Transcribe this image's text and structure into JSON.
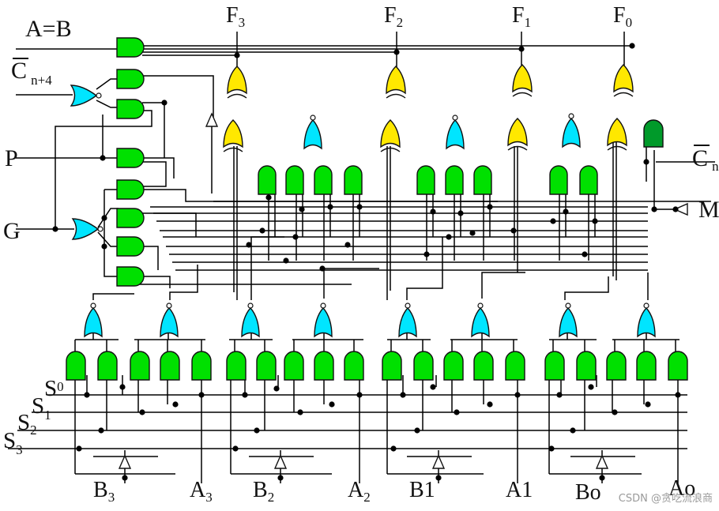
{
  "labels": {
    "aeqb": "A=B",
    "cn4_main": "C",
    "cn4_sub": "n+4",
    "p": "P",
    "g": "G",
    "cn_main": "C",
    "cn_sub": "n",
    "m": "M",
    "s0_main": "S",
    "s0_sub": "0",
    "s1_main": "S",
    "s1_sub": "1",
    "s2_main": "S",
    "s2_sub": "2",
    "s3_main": "S",
    "s3_sub": "3",
    "f3_main": "F",
    "f3_sub": "3",
    "f2_main": "F",
    "f2_sub": "2",
    "f1_main": "F",
    "f1_sub": "1",
    "f0_main": "F",
    "f0_sub": "0",
    "b3_main": "B",
    "b3_sub": "3",
    "a3_main": "A",
    "a3_sub": "3",
    "b2_main": "B",
    "b2_sub": "2",
    "a2_main": "A",
    "a2_sub": "2",
    "b1": "B1",
    "a1": "A1",
    "b0": "Bo",
    "a0": "Ao"
  },
  "watermark": "CSDN @贪吃流浪商",
  "colors": {
    "and_gate": "#00e000",
    "and_gate_dark": "#009a2a",
    "nor_gate": "#00e5ff",
    "xor_gate": "#ffe800",
    "wire": "#000000"
  }
}
